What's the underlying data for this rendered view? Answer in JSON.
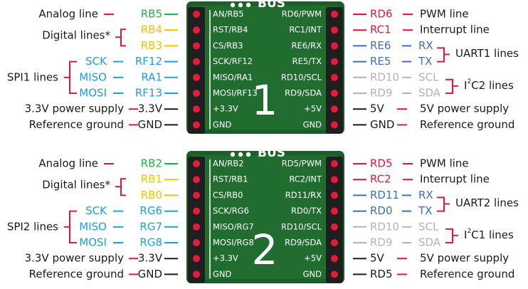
{
  "colors": {
    "black": "#1a1a1a",
    "red": "#e3173e",
    "green": "#1fb34a",
    "yellow": "#f2c200",
    "cyan": "#1aa0dc",
    "blue": "#3f6fb6",
    "gray": "#b3b3b3",
    "board": "#1b5e2a",
    "board_light": "#2f8a3c",
    "header": "#1f1f1f",
    "pin": "#e01e3c"
  },
  "socket1": {
    "top_text": "BUS",
    "number": "1",
    "board_pins_left": [
      "AN/RB5",
      "RST/RB4",
      "CS/RB3",
      "SCK/RF12",
      "MISO/RA1",
      "MOSI/RF13",
      "+3.3V",
      "GND"
    ],
    "board_pins_right": [
      "RD6/PWM",
      "RC1/INT",
      "RE6/RX",
      "RE5/TX",
      "RD10/SCL",
      "RD9/SDA",
      "+5V",
      "GND"
    ],
    "left_pins": [
      {
        "pin": "RB5",
        "color": "green"
      },
      {
        "pin": "RB4",
        "color": "yellow"
      },
      {
        "pin": "RB3",
        "color": "yellow"
      },
      {
        "pin": "RF12",
        "color": "cyan"
      },
      {
        "pin": "RA1",
        "color": "cyan"
      },
      {
        "pin": "RF13",
        "color": "cyan"
      },
      {
        "pin": "3.3V",
        "color": "black"
      },
      {
        "pin": "GND",
        "color": "black"
      }
    ],
    "left_funcs": {
      "sck": "SCK",
      "miso": "MISO",
      "mosi": "MOSI"
    },
    "left_descs": {
      "analog": "Analog line",
      "digital": "Digital lines*",
      "spi": "SPI1 lines",
      "power": "3.3V power supply",
      "ground": "Reference ground"
    },
    "right_pins": [
      {
        "pin": "RD6",
        "color": "red"
      },
      {
        "pin": "RC1",
        "color": "red"
      },
      {
        "pin": "RE6",
        "color": "blue"
      },
      {
        "pin": "RE5",
        "color": "blue"
      },
      {
        "pin": "RD10",
        "color": "gray"
      },
      {
        "pin": "RD9",
        "color": "gray"
      },
      {
        "pin": "5V",
        "color": "black"
      },
      {
        "pin": "GND",
        "color": "black"
      }
    ],
    "right_funcs": {
      "rx": "RX",
      "tx": "TX",
      "scl": "SCL",
      "sda": "SDA"
    },
    "right_descs": {
      "pwm": "PWM line",
      "int": "Interrupt line",
      "uart": "UART1 lines",
      "i2c_prefix": "I",
      "i2c_sup": "2",
      "i2c_suffix": "C2 lines",
      "power": "5V power supply",
      "ground": "Reference ground"
    }
  },
  "socket2": {
    "top_text": "BUS",
    "number": "2",
    "board_pins_left": [
      "AN/RB2",
      "RST/RB1",
      "CS/RB0",
      "SCK/RG6",
      "MISO/RG7",
      "MOSI/RG8",
      "+3.3V",
      "GND"
    ],
    "board_pins_right": [
      "RD5/PWM",
      "RC2/INT",
      "RD11/RX",
      "RD0/TX",
      "RD10/SCL",
      "RD9/SDA",
      "+5V",
      "GND"
    ],
    "left_pins": [
      {
        "pin": "RB2",
        "color": "green"
      },
      {
        "pin": "RB1",
        "color": "yellow"
      },
      {
        "pin": "RB0",
        "color": "yellow"
      },
      {
        "pin": "RG6",
        "color": "cyan"
      },
      {
        "pin": "RG7",
        "color": "cyan"
      },
      {
        "pin": "RG8",
        "color": "cyan"
      },
      {
        "pin": "3.3V",
        "color": "black"
      },
      {
        "pin": "GND",
        "color": "black"
      }
    ],
    "left_funcs": {
      "sck": "SCK",
      "miso": "MISO",
      "mosi": "MOSI"
    },
    "left_descs": {
      "analog": "Analog line",
      "digital": "Digital lines*",
      "spi": "SPI2 lines",
      "power": "3.3V power supply",
      "ground": "Reference ground"
    },
    "right_pins": [
      {
        "pin": "RD5",
        "color": "red"
      },
      {
        "pin": "RC2",
        "color": "red"
      },
      {
        "pin": "RD11",
        "color": "blue"
      },
      {
        "pin": "RD0",
        "color": "blue"
      },
      {
        "pin": "RD10",
        "color": "gray"
      },
      {
        "pin": "RD9",
        "color": "gray"
      },
      {
        "pin": "5V",
        "color": "black"
      },
      {
        "pin": "RD5",
        "color": "black"
      }
    ],
    "right_funcs": {
      "rx": "RX",
      "tx": "TX",
      "scl": "SCL",
      "sda": "SDA"
    },
    "right_descs": {
      "pwm": "PWM line",
      "int": "Interrupt line",
      "uart": "UART2 lines",
      "i2c_prefix": "I",
      "i2c_sup": "2",
      "i2c_suffix": "C1 lines",
      "power": "5V power supply",
      "ground": "Reference ground"
    }
  }
}
